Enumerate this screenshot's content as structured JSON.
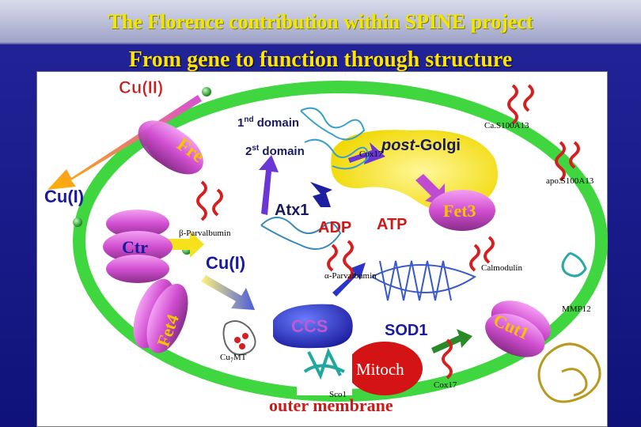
{
  "slide": {
    "banner_title": "The Florence contribution within SPINE project",
    "subtitle": "From gene to function through structure"
  },
  "diagram": {
    "cu2": "Cu(II)",
    "cu1_left": "Cu(I)",
    "cu1_mid": "Cu(I)",
    "fre": "Fre",
    "ctr": "Ctr",
    "fet4": "Fet4",
    "first_domain": "1",
    "first_domain_sup": "nd",
    "first_domain_rest": " domain",
    "second_domain": "2",
    "second_domain_sup": "st",
    "second_domain_rest": " domain",
    "post_golgi_italic": "post",
    "post_golgi_rest": "-Golgi",
    "fet3": "Fet3",
    "atx1": "Atx1",
    "adp": "ADP",
    "atp": "ATP",
    "ccs": "CCS",
    "sod1": "SOD1",
    "cut1": "Cut1",
    "mitoch": "Mitoch",
    "outer_membrane": "outer membrane",
    "ca_s100a13": "Ca.S100A13",
    "apo_s100a13": "apo.S100A13",
    "cox17_top": "Cox17",
    "cox17_bottom": "Cox17",
    "beta_parvalbumin": "β-Parvalbumin",
    "alpha_parvalbumin": "α-Parvalbumin",
    "calmodulin": "Calmodulin",
    "mmp12": "MMP12",
    "cu7mt": "Cu",
    "cu7mt_sub": "7",
    "cu7mt_rest": "MT",
    "sco1": "Sco1"
  },
  "colors": {
    "slide_bg": "#1a1c8c",
    "banner_text": "#f2e600",
    "cell_ring": "#3fd63f",
    "label_red": "#cc1a1a",
    "label_blue": "#1a1a9e",
    "pill_pink": "#d857d8",
    "golgi_yellow": "#f5e21c"
  }
}
